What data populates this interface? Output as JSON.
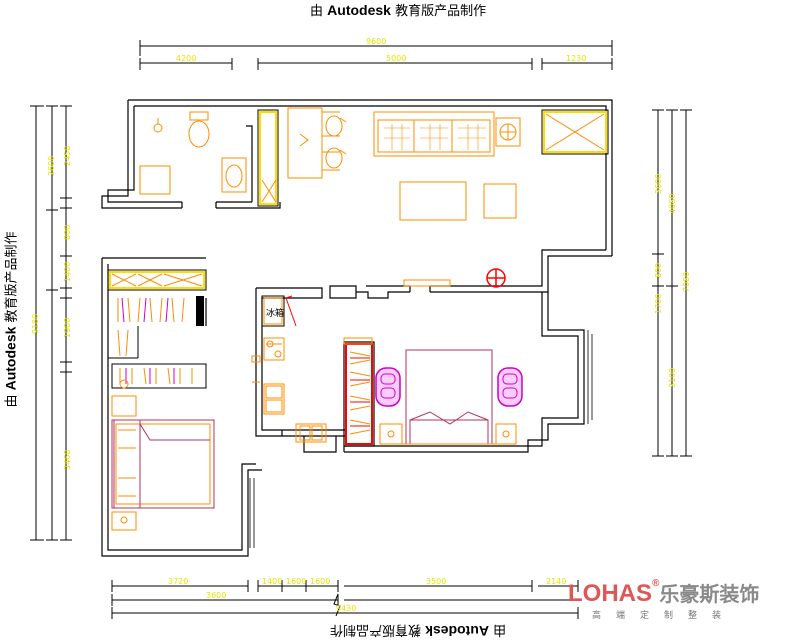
{
  "watermark": {
    "prefix": "由",
    "brand": "Autodesk",
    "suffix": "教育版产品制作"
  },
  "logo": {
    "main": "LOHAS",
    "reg": "®",
    "chinese": "乐豪斯装饰",
    "tagline": "高端定制整装"
  },
  "labels": {
    "fridge": "冰箱"
  },
  "dimensions": {
    "top_total": "9600",
    "top_left": "4200",
    "top_mid": "5000",
    "top_right": "1230",
    "bottom_a": "3720",
    "bottom_b": "1400",
    "bottom_c": "1600",
    "bottom_d": "1600",
    "bottom_e": "3500",
    "bottom_f": "2140",
    "bottom_g": "3600",
    "bottom_total": "9430",
    "left_total": "9180",
    "left_a": "2600",
    "left_b": "2450",
    "left_c": "800",
    "left_d": "1400",
    "left_e": "1900",
    "left_f": "3460",
    "right_a": "3600",
    "right_b": "4080",
    "right_c": "800",
    "right_d": "1700",
    "right_e": "3100",
    "right_f": "7080"
  },
  "colors": {
    "wall": "#000000",
    "furniture": "#ff8c00",
    "bed_outline": "#b03060",
    "dimension_line": "#000000",
    "dimension_text": "#e6e600",
    "highlight_yellow": "#ffff00",
    "wardrobe_red": "#ff0000",
    "magenta": "#cc00cc",
    "logo_red": "#e05555"
  }
}
